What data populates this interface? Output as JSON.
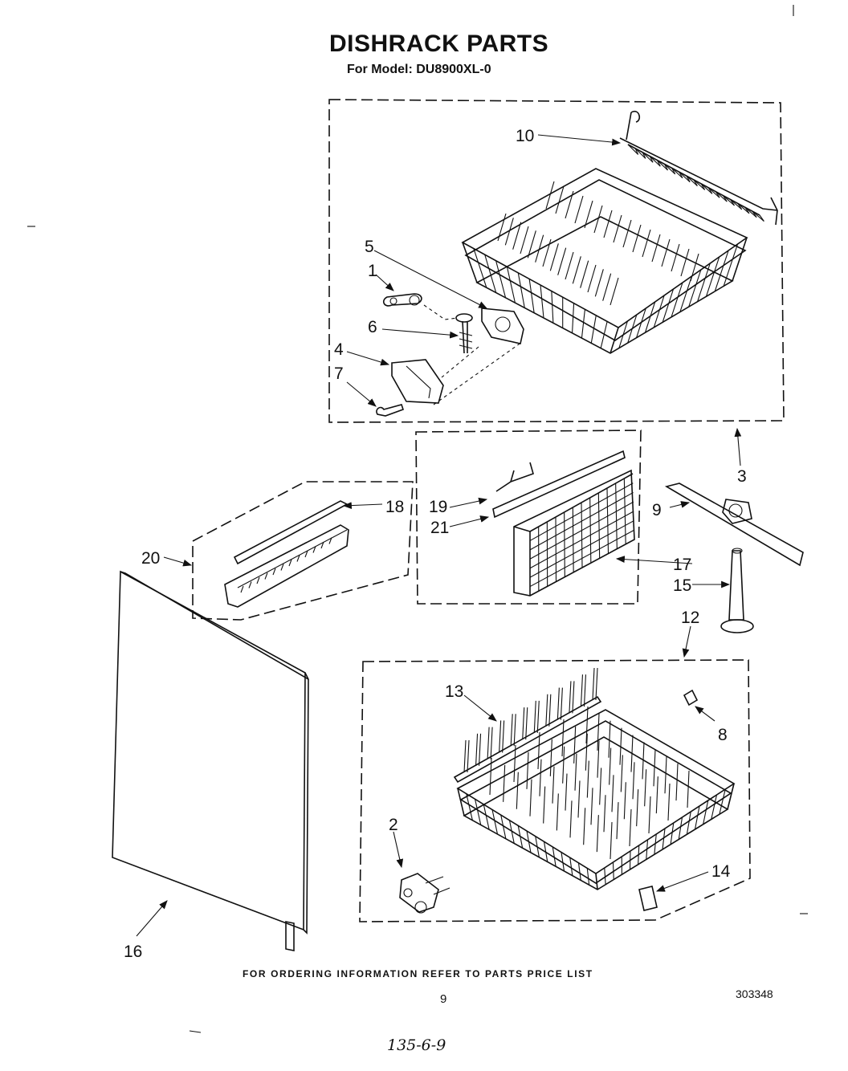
{
  "header": {
    "title": "DISHRACK PARTS",
    "model_line": "For Model: DU8900XL-0"
  },
  "callouts": [
    "1",
    "2",
    "3",
    "4",
    "5",
    "6",
    "7",
    "8",
    "9",
    "10",
    "12",
    "13",
    "14",
    "15",
    "16",
    "17",
    "18",
    "19",
    "20",
    "21"
  ],
  "footer": {
    "ordering_note": "FOR ORDERING INFORMATION REFER TO PARTS PRICE LIST",
    "page_number": "9",
    "document_number": "303348",
    "handwritten_note": "135-6-9"
  }
}
